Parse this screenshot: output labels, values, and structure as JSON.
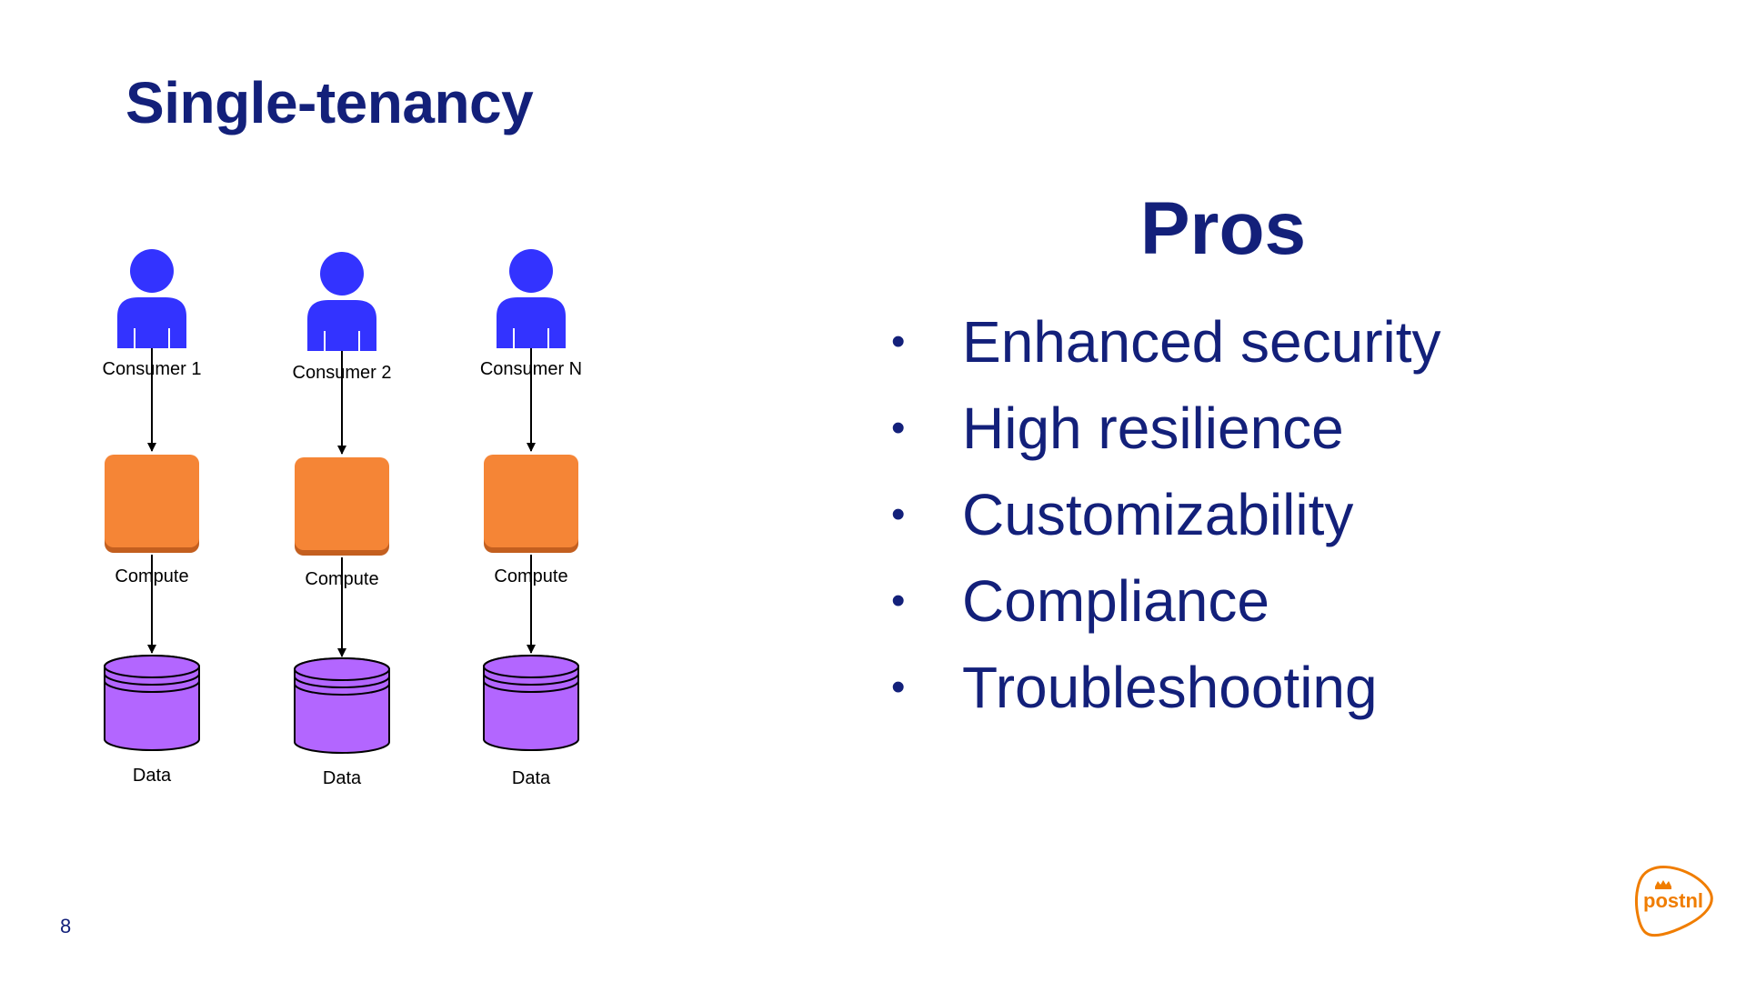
{
  "title": "Single-tenancy",
  "diagram": {
    "columns": [
      {
        "consumer": "Consumer 1",
        "compute": "Compute",
        "data": "Data"
      },
      {
        "consumer": "Consumer 2",
        "compute": "Compute",
        "data": "Data"
      },
      {
        "consumer": "Consumer N",
        "compute": "Compute",
        "data": "Data"
      }
    ],
    "icons": [
      "user-icon",
      "compute-icon",
      "database-icon"
    ]
  },
  "pros": {
    "heading": "Pros",
    "items": [
      "Enhanced security",
      "High resilience",
      "Customizability",
      "Compliance",
      "Troubleshooting"
    ]
  },
  "page_number": "8",
  "brand": {
    "logo_text": "postnl",
    "accent": "#f07d00",
    "navy": "#13207a",
    "user_color": "#3333ff",
    "compute_color": "#f58536",
    "data_color": "#b366ff"
  }
}
